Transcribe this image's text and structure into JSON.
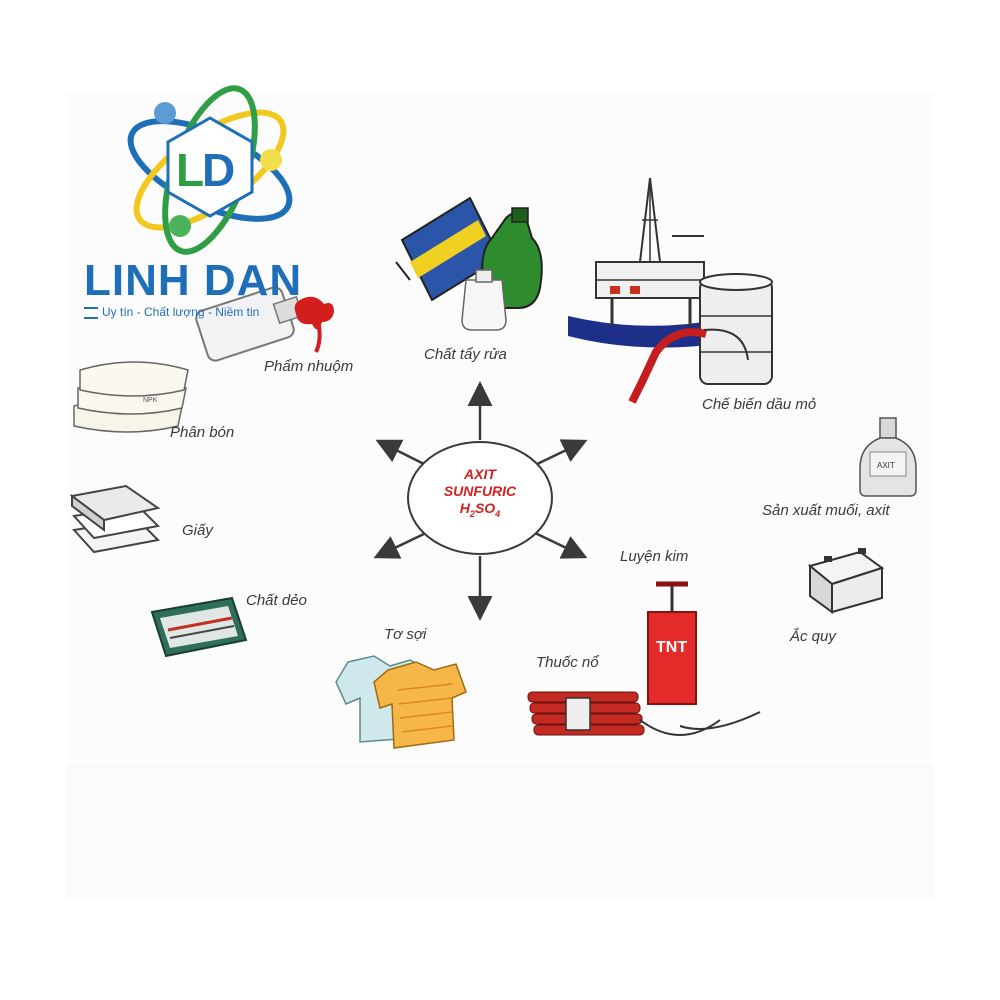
{
  "logo": {
    "brand": "LINH DAN",
    "tagline": "Uy tín - Chất lượng - Niềm tin",
    "monogram": "LD"
  },
  "center": {
    "line1": "AXIT",
    "line2": "SUNFURIC",
    "formula": {
      "h": "H",
      "h_sub": "2",
      "so": "SO",
      "so_sub": "4"
    }
  },
  "applications": {
    "detergent": "Chất tẩy rửa",
    "dye": "Phẩm nhuộm",
    "fertilizer": "Phân bón",
    "paper": "Giấy",
    "plastic": "Chất dẻo",
    "fiber": "Tơ sợi",
    "explosive": "Thuốc nổ",
    "metallurgy": "Luyện kim",
    "battery": "Ắc quy",
    "salt_acid": "Sản xuất muối, axit",
    "petroleum": "Chế biến dầu mỏ"
  },
  "icon_text": {
    "bottle": "AXIT",
    "tnt": "TNT",
    "fertilizer_bag": "NPK"
  },
  "colors": {
    "brand_blue": "#1f6fb8",
    "brand_green": "#2f9e44",
    "center_red": "#d42020",
    "arrow": "#3a3a3a"
  }
}
